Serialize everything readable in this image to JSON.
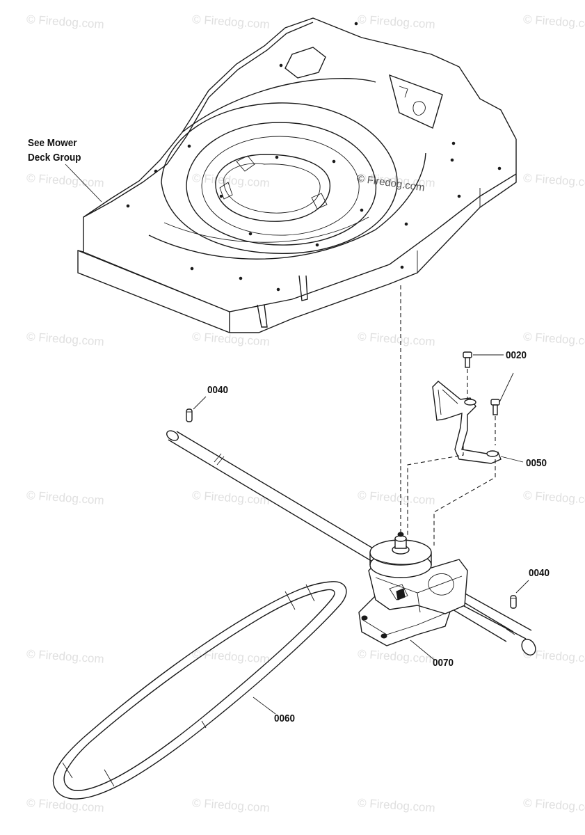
{
  "watermark": {
    "text": "© Firedog.com"
  },
  "callouts": {
    "see_mower_line1": "See Mower",
    "see_mower_line2": "Deck Group",
    "part_0020": "0020",
    "part_0040_left": "0040",
    "part_0040_right": "0040",
    "part_0050": "0050",
    "part_0060": "0060",
    "part_0070": "0070"
  },
  "colors": {
    "line": "#1a1a1a",
    "watermark": "#e0e0e0",
    "background": "#ffffff"
  }
}
